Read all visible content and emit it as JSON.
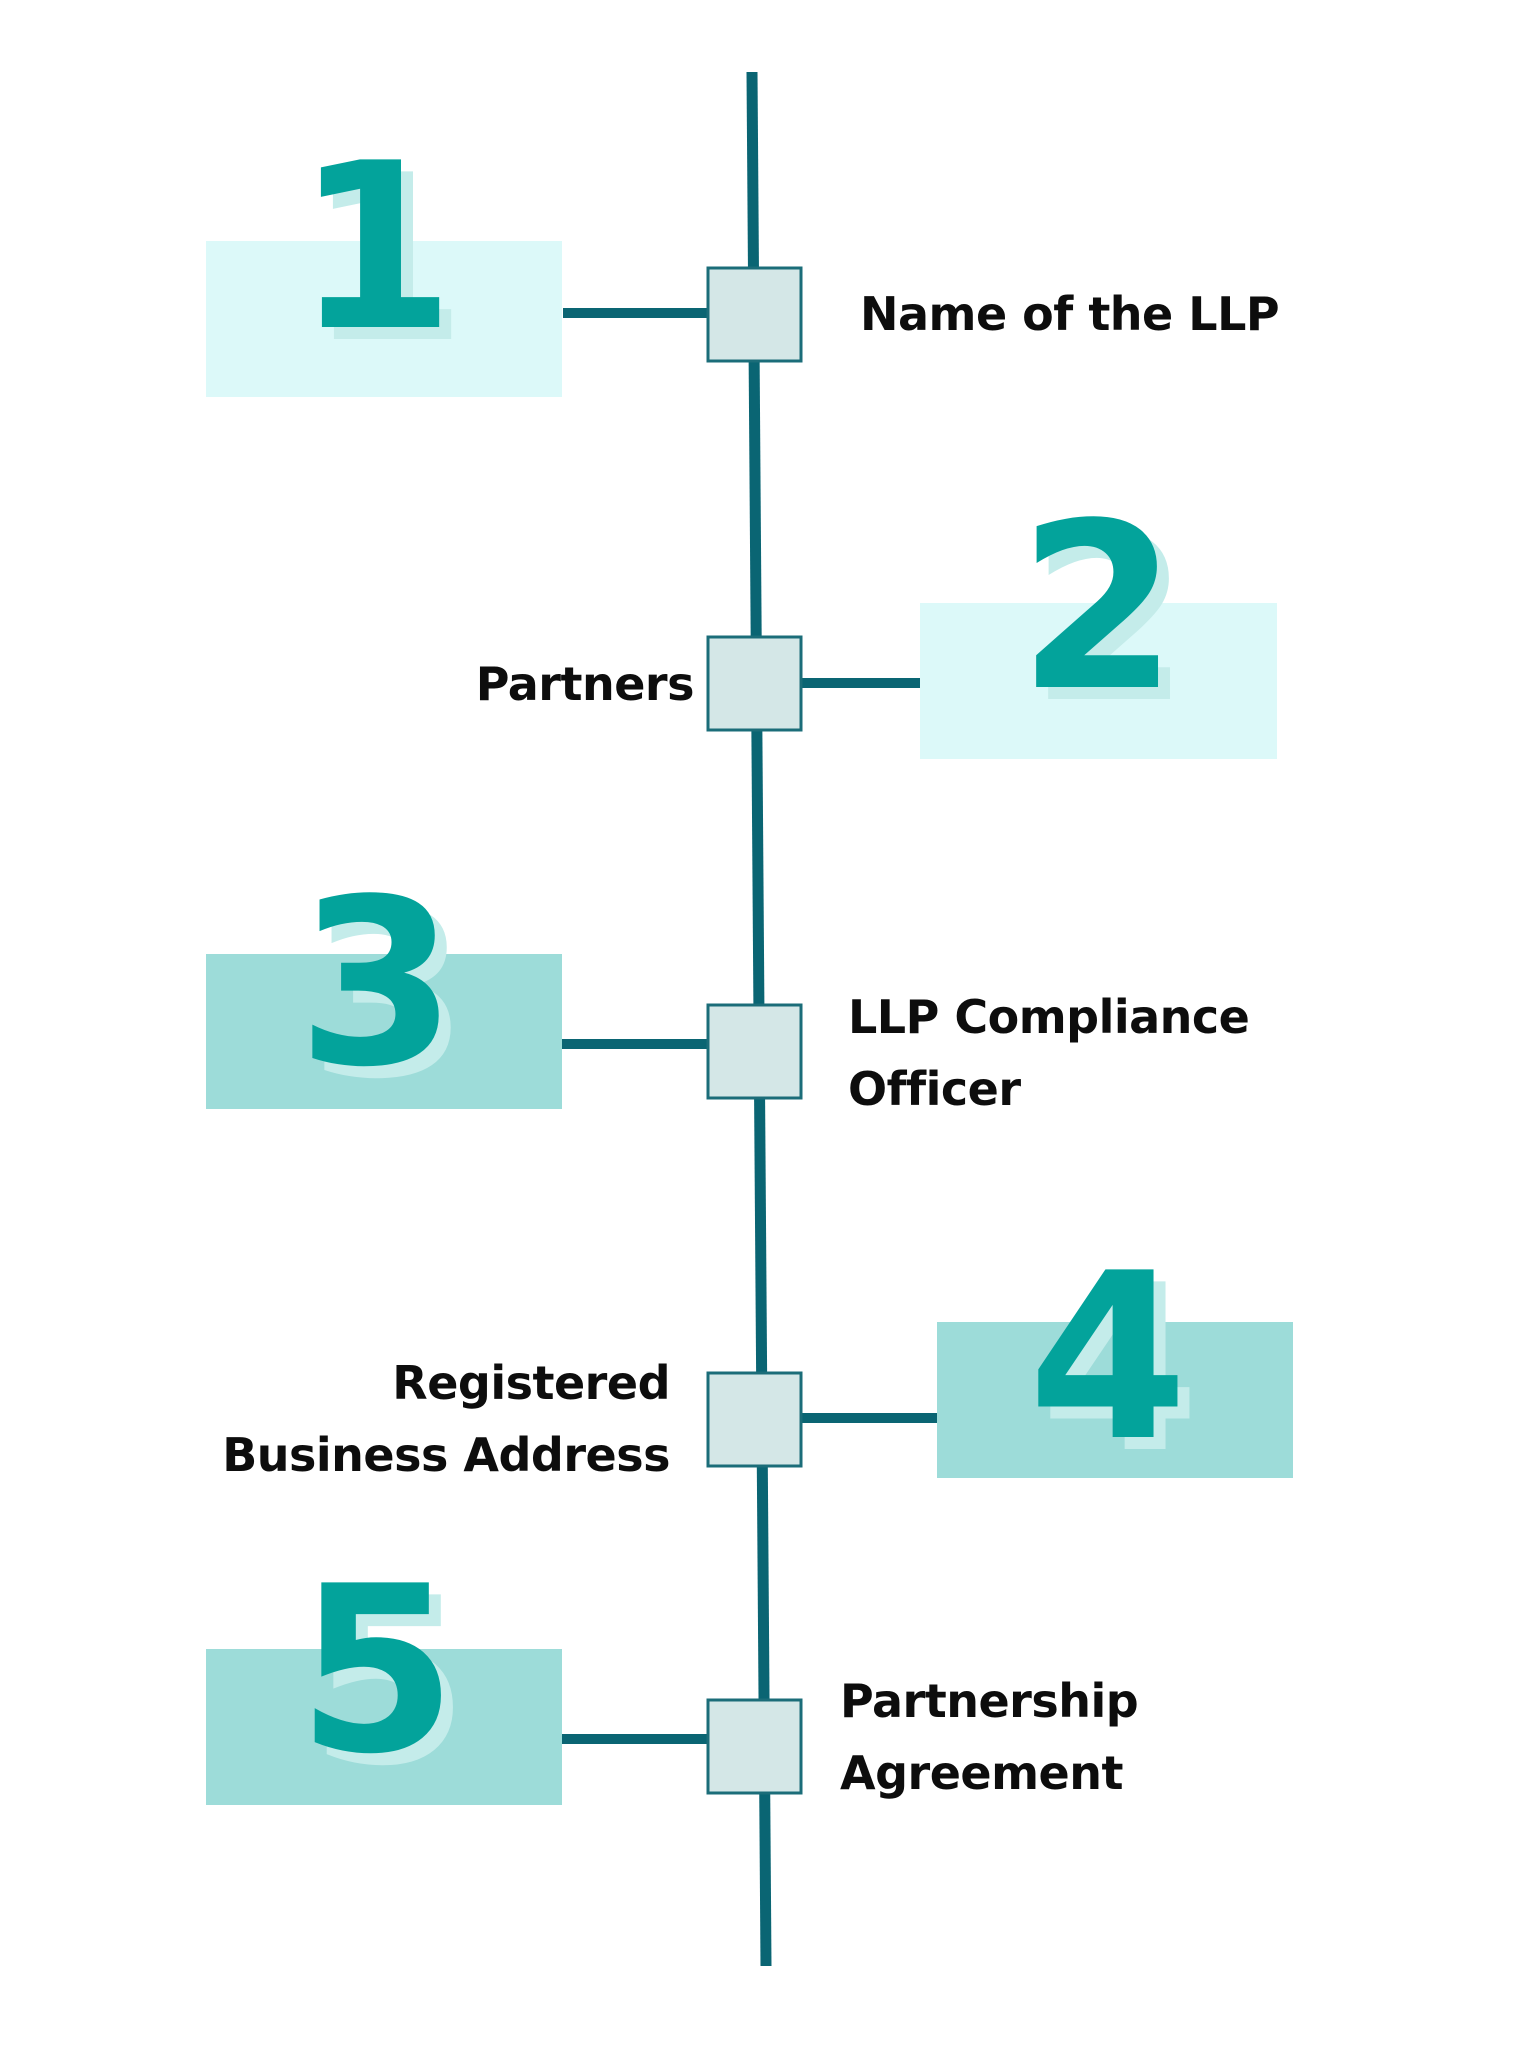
{
  "colors": {
    "line": "#0a6573",
    "numeral": "#03a39b",
    "numeral_shadow": "#c4ecea",
    "box_light": "#dcf9f9",
    "box_medium": "#9ddcd9",
    "node_fill": "#d4e7e7",
    "node_stroke": "#1b6d79",
    "text": "#0d0d0d"
  },
  "steps": [
    {
      "number": "1",
      "label_lines": [
        "Name of the LLP"
      ],
      "side": "left",
      "box_tone": "light"
    },
    {
      "number": "2",
      "label_lines": [
        "Partners"
      ],
      "side": "right",
      "box_tone": "light"
    },
    {
      "number": "3",
      "label_lines": [
        "LLP Compliance",
        "Officer"
      ],
      "side": "left",
      "box_tone": "medium"
    },
    {
      "number": "4",
      "label_lines": [
        "Registered",
        "Business Address"
      ],
      "side": "right",
      "box_tone": "medium"
    },
    {
      "number": "5",
      "label_lines": [
        "Partnership",
        "Agreement"
      ],
      "side": "left",
      "box_tone": "medium"
    }
  ]
}
